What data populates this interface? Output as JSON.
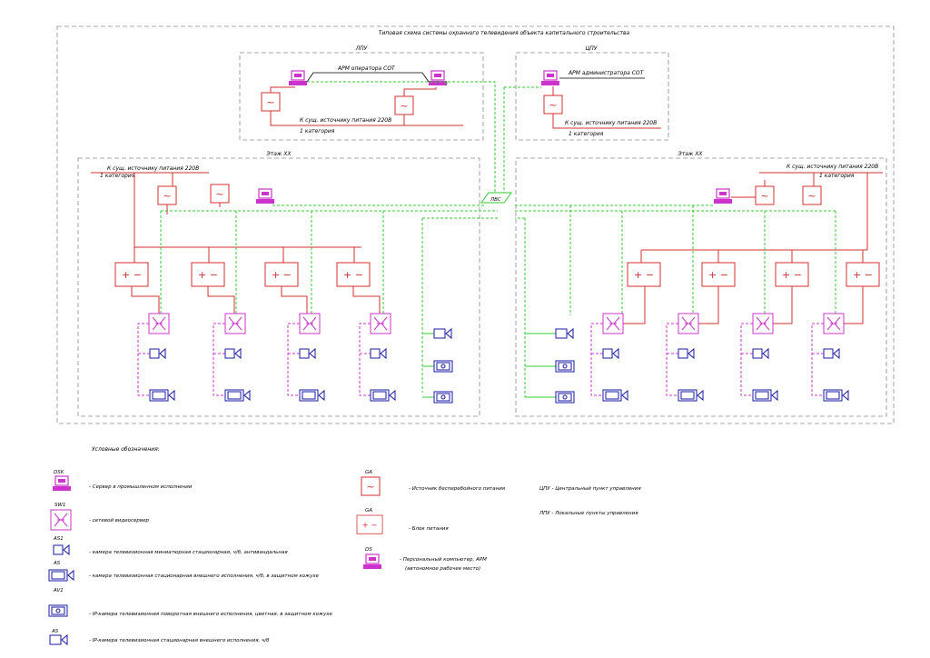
{
  "title": "Типовая схема системы охранного телевидения объекта капитального строительства",
  "lpu": {
    "label": "ЛПУ",
    "arm_label": "АРМ оператора СОТ",
    "power_label": "К сущ. источнику питания 220В",
    "category": "1 категория"
  },
  "cpu": {
    "label": "ЦПУ",
    "arm_label": "АРМ администратора СОТ",
    "power_label": "К сущ. источнику питания 220В",
    "category": "1 категория"
  },
  "floor_left": {
    "label": "Этаж XX",
    "power_label": "К сущ. источнику питания 220В",
    "category": "1 категория"
  },
  "floor_right": {
    "label": "Этаж XX",
    "power_label": "К сущ. источнику питания 220В",
    "category": "1 категория"
  },
  "lan_label": "ЛВС",
  "legend": {
    "heading": "Условные обозначения:",
    "items": [
      {
        "code": "DSK",
        "text": "- Сервер в промышленном исполнении"
      },
      {
        "code": "SW1",
        "text": "- сетевой видеосервер"
      },
      {
        "code": "AS1",
        "text": "- камера телевизионная миниатюрная стационарная, ч/б, антивандальная"
      },
      {
        "code": "AS",
        "text": "- камера телевизионная стационарная внешнего исполнения, ч/б, в защитном кожухе"
      },
      {
        "code": "AV1",
        "text": "- IP-камера телевизионная поворотная внешнего исполнения, цветная, в защитном кожухе"
      },
      {
        "code": "AS",
        "text": "- IP-камера телевизионная стационарная внешнего исполнения, ч/б"
      }
    ],
    "ups": {
      "code": "GA",
      "text": "- Источник бесперебойного питания"
    },
    "psu": {
      "code": "GA",
      "text": "- Блок питания"
    },
    "pc": {
      "code": "DS",
      "text": "- Персональный компьютер, АРМ",
      "text2": "(автономное рабочее место)"
    },
    "abbr": [
      {
        "text": "ЦПУ - Центральный пункт управления"
      },
      {
        "text": "ЛПУ - Локальные пункты управления"
      }
    ]
  },
  "glyphs": {
    "ups": "~",
    "psu": "+ −"
  }
}
